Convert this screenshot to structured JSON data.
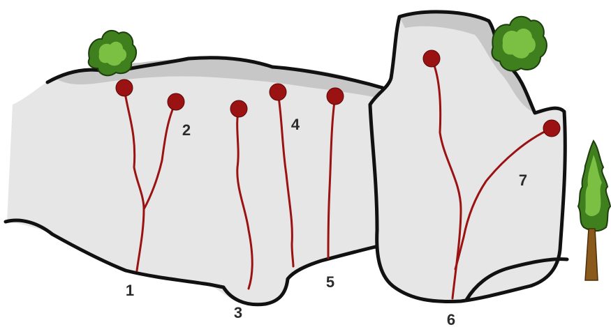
{
  "colors": {
    "rock_fill": "#e6e6e6",
    "rock_shadow": "#c7c7c7",
    "outline": "#111111",
    "route": "#9b1212",
    "anchor": "#9b1212",
    "foliage_light": "#7bc043",
    "foliage_dark": "#3f7f1e",
    "trunk": "#8a5a1c",
    "label": "#2b2b2b"
  },
  "routes": [
    {
      "number": "1",
      "icon": "anchor-circle"
    },
    {
      "number": "2",
      "icon": "anchor-circle"
    },
    {
      "number": "3",
      "icon": "anchor-circle"
    },
    {
      "number": "4",
      "icon": "anchor-circle"
    },
    {
      "number": "5",
      "icon": "anchor-circle"
    },
    {
      "number": "6",
      "icon": "anchor-circle"
    },
    {
      "number": "7",
      "icon": "anchor-circle"
    }
  ],
  "decorations": [
    "bush-icon",
    "bush-icon",
    "pine-tree-icon"
  ]
}
